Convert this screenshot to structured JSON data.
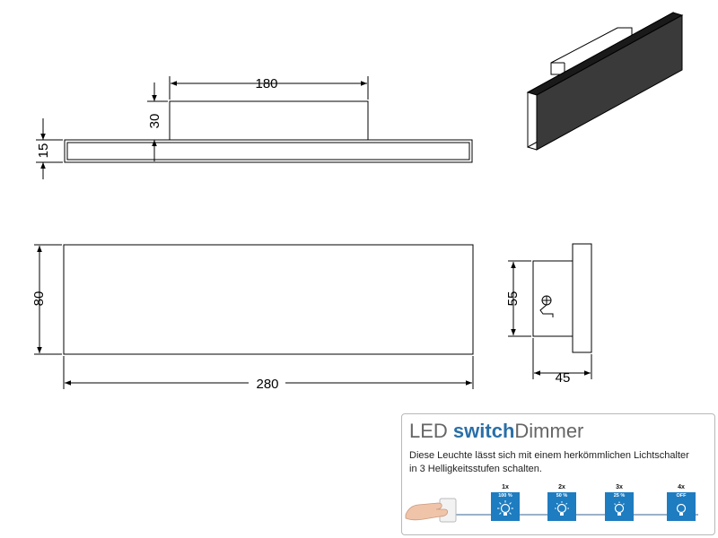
{
  "dimensions": {
    "top_width": "180",
    "top_height": "30",
    "plate_thickness": "15",
    "front_height": "80",
    "front_width": "280",
    "side_height": "55",
    "side_depth": "45"
  },
  "info_panel": {
    "title_led": "LED ",
    "title_switch": "switch",
    "title_dimmer": "Dimmer",
    "description_line1": "Diese Leuchte lässt sich mit einem herkömmlichen Lichtschalter",
    "description_line2": "in 3 Helligkeitsstufen schalten.",
    "accent_color": "#1e7cc0",
    "steps": [
      {
        "count": "1x",
        "level": "100 %"
      },
      {
        "count": "2x",
        "level": "50 %"
      },
      {
        "count": "3x",
        "level": "25 %"
      },
      {
        "count": "4x",
        "level": "OFF"
      }
    ]
  }
}
